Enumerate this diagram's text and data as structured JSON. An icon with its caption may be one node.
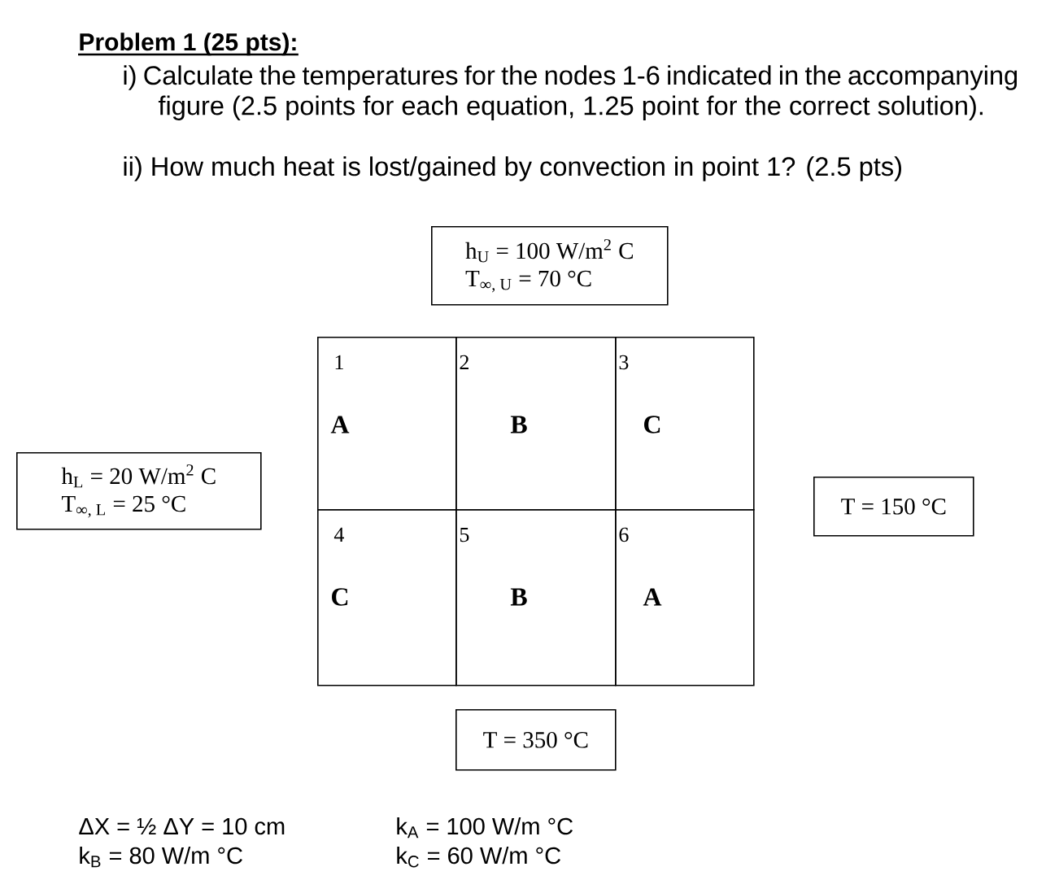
{
  "diagram": {
    "title": "Problem 1 (25 pts):",
    "nodes": [
      {
        "text": [
          "h$_{U}$ = 100 W/m$^{2}$ C",
          "T$_{∞, U}$ = 70 °C"
        ]
      },
      {
        "text": [
          "h$_{L}$ = 20 W/m$^{2}$ C",
          "T$_{∞, L}$ = 25 °C"
        ]
      },
      {
        "text": [
          "T = 150 °C"
        ]
      },
      {
        "text": [
          "T = 350 °C"
        ]
      },
      {
        "text": [
          "1",
          "A"
        ]
      },
      {
        "text": [
          "2",
          "B"
        ]
      },
      {
        "text": [
          "3",
          "C"
        ]
      },
      {
        "text": [
          "4",
          "C"
        ]
      },
      {
        "text": [
          "5",
          "B"
        ]
      },
      {
        "text": [
          "6",
          "A"
        ]
      }
    ],
    "labels": [
      "i) Calculate the temperatures for the nodes 1-6 indicated in the accompanying figure (2.5 points for each equation, 1.25 point for the correct solution).",
      "ii) How much heat is lost/gained by convection in point 1? (2.5 pts)",
      "ΔX = ½ ΔY = 10 cm",
      "k$_{A}$ = 100 W/m °C",
      "k$_{B}$ = 80 W/m °C",
      "k$_{C}$ = 60 W/m °C"
    ]
  }
}
